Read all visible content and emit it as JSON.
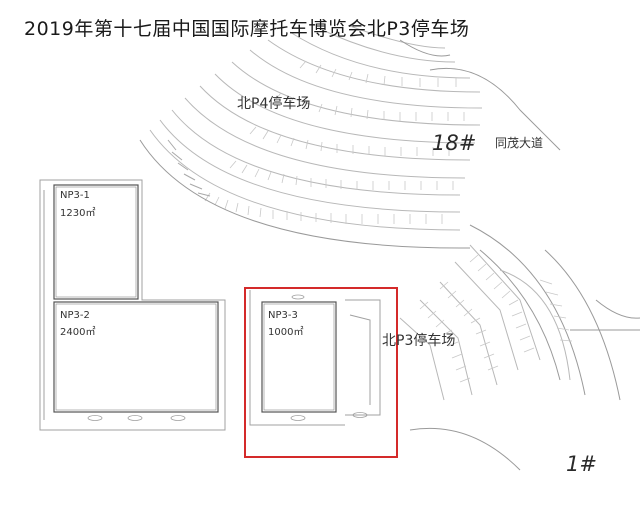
{
  "title": "2019年第十七届中国国际摩托车博览会北P3停车场",
  "zones": {
    "north_p4": "北P4停车场",
    "north_p3": "北P3停车场"
  },
  "gates": {
    "gate_18": "18#",
    "gate_1": "1#"
  },
  "roads": {
    "tongmao": "同茂大道"
  },
  "halls": [
    {
      "name": "NP3-1",
      "area": "1230㎡"
    },
    {
      "name": "NP3-2",
      "area": "2400㎡"
    },
    {
      "name": "NP3-3",
      "area": "1000㎡"
    }
  ],
  "colors": {
    "highlight": "#d42a2a",
    "line": "#9a9a9a",
    "building": "#555555"
  }
}
